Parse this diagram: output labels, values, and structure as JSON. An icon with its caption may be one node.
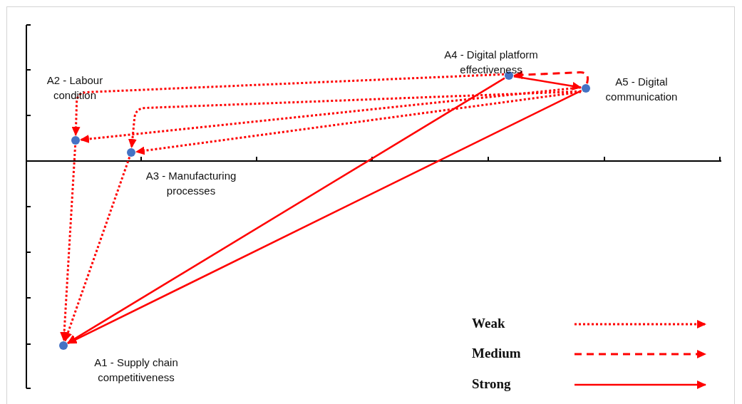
{
  "diagram": {
    "nodes": [
      {
        "text": [],
        "shape": "circle",
        "beside": [
          "A1 - Supply chain competitiveness"
        ]
      },
      {
        "text": [],
        "shape": "circle",
        "beside": [
          "A2 - Labour condition"
        ]
      },
      {
        "text": [],
        "shape": "circle",
        "beside": [
          "A3 - Manufacturing processes"
        ]
      },
      {
        "text": [],
        "shape": "circle",
        "beside": [
          "A4 - Digital platform effectiveness"
        ]
      },
      {
        "text": [],
        "shape": "circle",
        "beside": [
          "A5 - Digital communication"
        ]
      }
    ],
    "edges": [
      {
        "from": 1,
        "to": 0,
        "arrow": "to",
        "style": "dashed"
      },
      {
        "from": 2,
        "to": 0,
        "arrow": "to",
        "style": "dashed"
      },
      {
        "from": 3,
        "to": 0,
        "arrow": "to"
      },
      {
        "from": 4,
        "to": 0,
        "arrow": "to"
      },
      {
        "from": 3,
        "to": 1,
        "arrow": "to",
        "style": "dashed"
      },
      {
        "from": 4,
        "to": 2,
        "arrow": "to",
        "style": "dashed"
      },
      {
        "from": 4,
        "to": 1,
        "arrow": "to",
        "style": "dashed"
      },
      {
        "from": 4,
        "to": 2,
        "arrow": "to",
        "style": "dashed"
      },
      {
        "from": 3,
        "to": 4,
        "arrow": "to"
      },
      {
        "from": 4,
        "to": 3,
        "arrow": "to",
        "style": "dashed"
      }
    ],
    "legend": [
      {
        "text": "Weak"
      },
      {
        "text": "Medium"
      },
      {
        "text": "Strong"
      }
    ]
  }
}
